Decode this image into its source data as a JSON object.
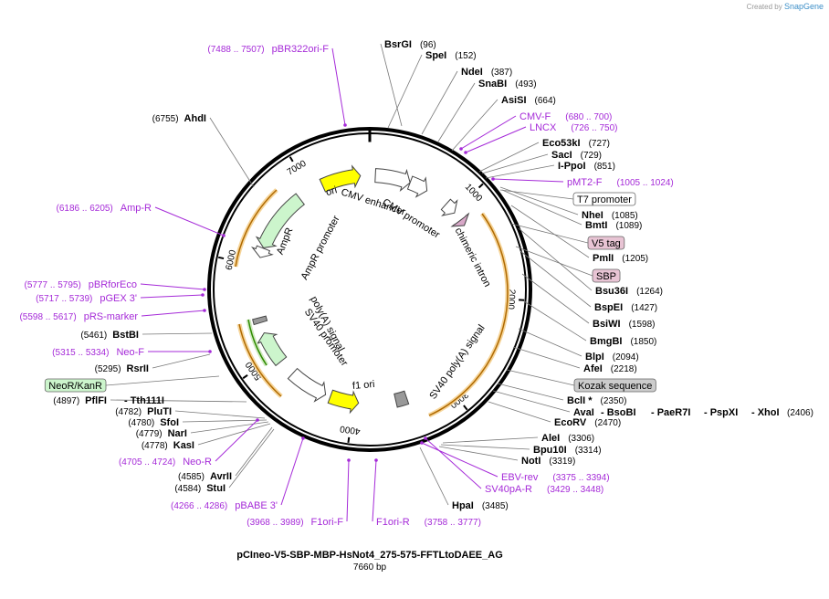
{
  "credit": {
    "prefix": "Created by",
    "brand": "SnapGene"
  },
  "plasmid": {
    "name": "pCIneo-V5-SBP-MBP-HsNot4_275-575-FFTLtoDAEE_AG",
    "length": "7660 bp",
    "length_bp": 7660
  },
  "ticks": [
    "1000",
    "2000",
    "3000",
    "4000",
    "5000",
    "6000",
    "7000"
  ],
  "tick_values": [
    1000,
    2000,
    3000,
    4000,
    5000,
    6000,
    7000
  ],
  "features": [
    {
      "label": "ori",
      "start": 7140,
      "end": 7560,
      "color": "#ffff00",
      "dir": 1
    },
    {
      "label": "CMV enhancer",
      "start": 60,
      "end": 440,
      "color": "#ffffff",
      "dir": 1
    },
    {
      "label": "CMV promoter",
      "start": 440,
      "end": 640,
      "color": "#ffffff",
      "dir": 1
    },
    {
      "label": "chimeric intron",
      "start": 890,
      "end": 1020,
      "color": "#ffffff",
      "dir": 1
    },
    {
      "label": "AmpR",
      "start": 6200,
      "end": 6860,
      "color": "#ccf5cc",
      "dir": -1
    },
    {
      "label": "AmpR promoter",
      "start": 6090,
      "end": 6195,
      "color": "#ffffff",
      "dir": -1
    },
    {
      "label": "poly(A) signal",
      "start": 5385,
      "end": 5440,
      "color": "#999999",
      "dir": 0
    },
    {
      "label": "SV40 promoter",
      "start": 4915,
      "end": 5270,
      "color": "#ccf5cc",
      "dir": 1
    },
    {
      "label": "f1 ori",
      "start": 4315,
      "end": 4735,
      "color": "#ffffff",
      "dir": -1
    },
    {
      "label": "",
      "start": 3950,
      "end": 4260,
      "color": "#ffff00",
      "dir": -1
    },
    {
      "label": "SV40 poly(A) signal",
      "start": 3430,
      "end": 3550,
      "color": "#999999",
      "dir": 0
    },
    {
      "label": "",
      "start": 1120,
      "end": 1190,
      "color": "#d8a8c8",
      "dir": 1
    }
  ],
  "restriction_sites": [
    {
      "name": "BsrGI",
      "pos": "(96)"
    },
    {
      "name": "SpeI",
      "pos": "(152)"
    },
    {
      "name": "NdeI",
      "pos": "(387)"
    },
    {
      "name": "SnaBI",
      "pos": "(493)"
    },
    {
      "name": "AsiSI",
      "pos": "(664)"
    },
    {
      "name": "Eco53kI",
      "pos": "(727)"
    },
    {
      "name": "SacI",
      "pos": "(729)"
    },
    {
      "name": "I-PpoI",
      "pos": "(851)"
    },
    {
      "name": "NheI",
      "pos": "(1085)"
    },
    {
      "name": "BmtI",
      "pos": "(1089)"
    },
    {
      "name": "PmlI",
      "pos": "(1205)"
    },
    {
      "name": "Bsu36I",
      "pos": "(1264)"
    },
    {
      "name": "BspEI",
      "pos": "(1427)"
    },
    {
      "name": "BsiWI",
      "pos": "(1598)"
    },
    {
      "name": "BmgBI",
      "pos": "(1850)"
    },
    {
      "name": "BlpI",
      "pos": "(2094)"
    },
    {
      "name": "AfeI",
      "pos": "(2218)"
    },
    {
      "name": "BclI *",
      "pos": "(2350)"
    },
    {
      "name": "AvaI",
      "pos": "(2406)"
    },
    {
      "name": "BsoBI",
      "pos": ""
    },
    {
      "name": "PaeR7I",
      "pos": ""
    },
    {
      "name": "PspXI",
      "pos": ""
    },
    {
      "name": "XhoI",
      "pos": ""
    },
    {
      "name": "EcoRV",
      "pos": "(2470)"
    },
    {
      "name": "AleI",
      "pos": "(3306)"
    },
    {
      "name": "Bpu10I",
      "pos": "(3314)"
    },
    {
      "name": "NotI",
      "pos": "(3319)"
    },
    {
      "name": "HpaI",
      "pos": "(3485)"
    },
    {
      "name": "StuI",
      "pos": "(4584)"
    },
    {
      "name": "AvrII",
      "pos": "(4585)"
    },
    {
      "name": "KasI",
      "pos": "(4778)"
    },
    {
      "name": "NarI",
      "pos": "(4779)"
    },
    {
      "name": "SfoI",
      "pos": "(4780)"
    },
    {
      "name": "PluTI",
      "pos": "(4782)"
    },
    {
      "name": "PflFI",
      "pos": "(4897)"
    },
    {
      "name": "Tth111I",
      "pos": ""
    },
    {
      "name": "RsrII",
      "pos": "(5295)"
    },
    {
      "name": "BstBI",
      "pos": "(5461)"
    },
    {
      "name": "AhdI",
      "pos": "(6755)"
    }
  ],
  "primers": [
    {
      "name": "pBR322ori-F",
      "range": "(7488 .. 7507)"
    },
    {
      "name": "CMV-F",
      "range": "(680 .. 700)"
    },
    {
      "name": "LNCX",
      "range": "(726 .. 750)"
    },
    {
      "name": "pMT2-F",
      "range": "(1005 .. 1024)"
    },
    {
      "name": "Amp-R",
      "range": "(6186 .. 6205)"
    },
    {
      "name": "pBRforEco",
      "range": "(5777 .. 5795)"
    },
    {
      "name": "pGEX 3'",
      "range": "(5717 .. 5739)"
    },
    {
      "name": "pRS-marker",
      "range": "(5598 .. 5617)"
    },
    {
      "name": "Neo-F",
      "range": "(5315 .. 5334)"
    },
    {
      "name": "Neo-R",
      "range": "(4705 .. 4724)"
    },
    {
      "name": "pBABE 3'",
      "range": "(4266 .. 4286)"
    },
    {
      "name": "F1ori-F",
      "range": "(3968 .. 3989)"
    },
    {
      "name": "F1ori-R",
      "range": "(3758 .. 3777)"
    },
    {
      "name": "SV40pA-R",
      "range": "(3429 .. 3448)"
    },
    {
      "name": "EBV-rev",
      "range": "(3375 .. 3394)"
    }
  ],
  "boxed_features": [
    {
      "name": "T7 promoter",
      "fill": "#ffffff"
    },
    {
      "name": "V5 tag",
      "fill": "#e8c4d4"
    },
    {
      "name": "SBP",
      "fill": "#e8c4d4"
    },
    {
      "name": "Kozak sequence",
      "fill": "#cccccc"
    },
    {
      "name": "NeoR/KanR",
      "fill": "#ccf5cc"
    }
  ],
  "colors": {
    "primer": "#a52ad8",
    "backbone": "#000000",
    "orf_arrow": "#b06a00",
    "orf_glow": "#f6d59a"
  }
}
